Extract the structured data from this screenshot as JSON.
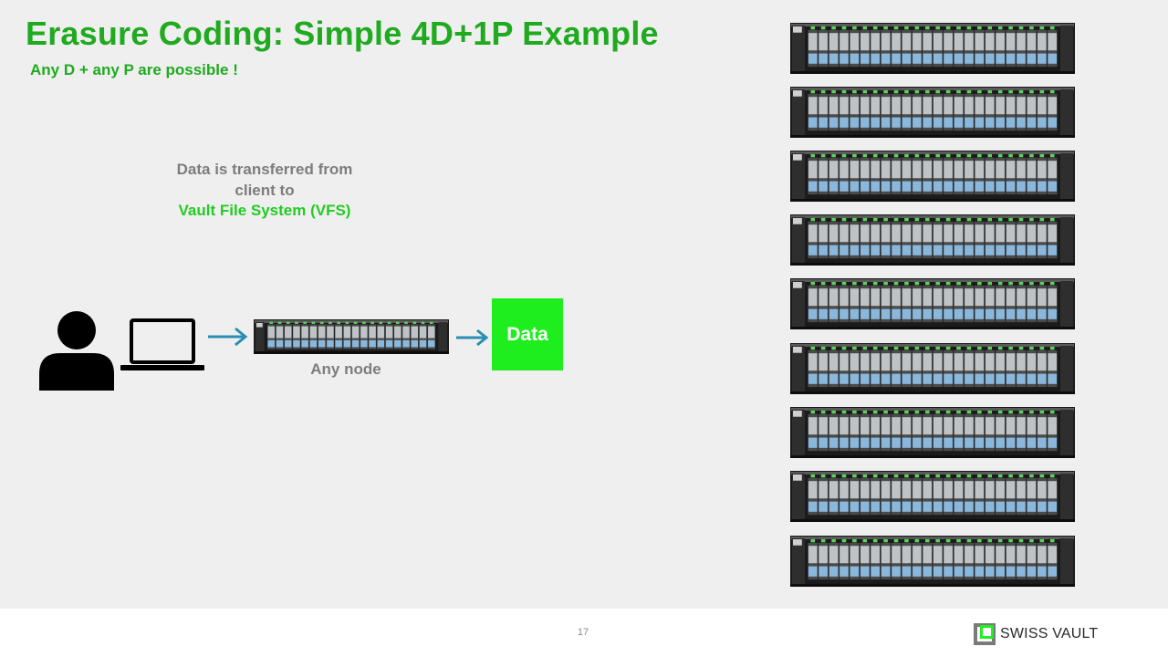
{
  "slide": {
    "title": "Erasure Coding: Simple 4D+1P Example",
    "subtitle": "Any D + any P are possible !",
    "caption": {
      "line1": "Data is transferred from",
      "line2": "client to",
      "line3": "Vault File System (VFS)"
    },
    "node_label": "Any node",
    "data_block_label": "Data",
    "page_number": "17"
  },
  "brand": {
    "name": "SWISS VAULT"
  },
  "icons": {
    "user": "user-icon",
    "laptop": "laptop-icon",
    "arrow": "arrow-right-icon",
    "server": "rack-server-icon",
    "logo": "swiss-vault-logo-icon"
  },
  "colors": {
    "title_green": "#1faa1f",
    "caption_green": "#22cc22",
    "data_block": "#1eee1e",
    "arrow": "#2b8fb3",
    "caption_gray": "#7d7d7d",
    "background": "#efefef"
  },
  "rack": {
    "server_count": 9
  }
}
